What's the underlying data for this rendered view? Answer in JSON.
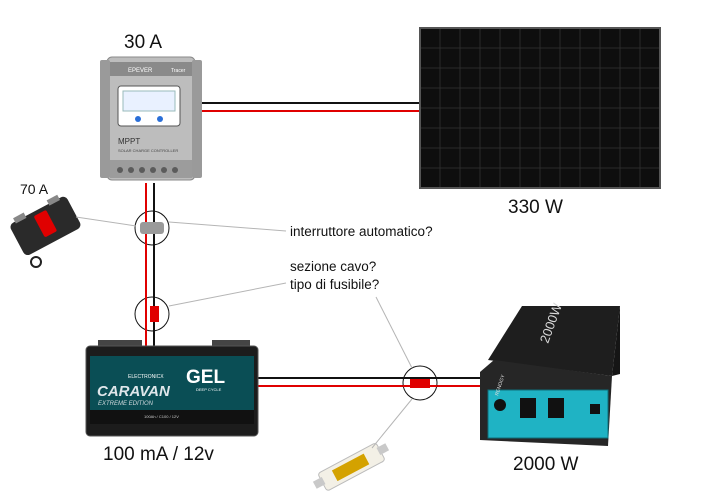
{
  "controller": {
    "rating": "30 A",
    "brand": "EPEVER",
    "model": "Tracer",
    "type_label": "MPPT",
    "subtitle": "SOLAR CHARGE CONTROLLER",
    "body_color": "#b9b9b9"
  },
  "solar_panel": {
    "rating": "330 W",
    "color": "#111111"
  },
  "breaker": {
    "rating": "70 A",
    "question": "interruttore automatico?"
  },
  "cable_question": {
    "line1": "sezione cavo?",
    "line2": "tipo di fusibile?"
  },
  "battery": {
    "rating": "100 mA / 12v",
    "brand": "ELECTRONICX",
    "tech": "GEL",
    "tech_sub": "DEEP CYCLE",
    "name": "CARAVAN",
    "edition": "EXTREME EDITION",
    "spec": "100Ah / C100 / 12V"
  },
  "inverter": {
    "rating": "2000 W",
    "panel_text": "2000W",
    "brand": "RENOGY",
    "accent": "#1fb3c4"
  },
  "fuse_holder": {
    "icon": "anl-fuse-holder-icon"
  },
  "wire_colors": {
    "positive": "#e00000",
    "negative": "#111111"
  }
}
